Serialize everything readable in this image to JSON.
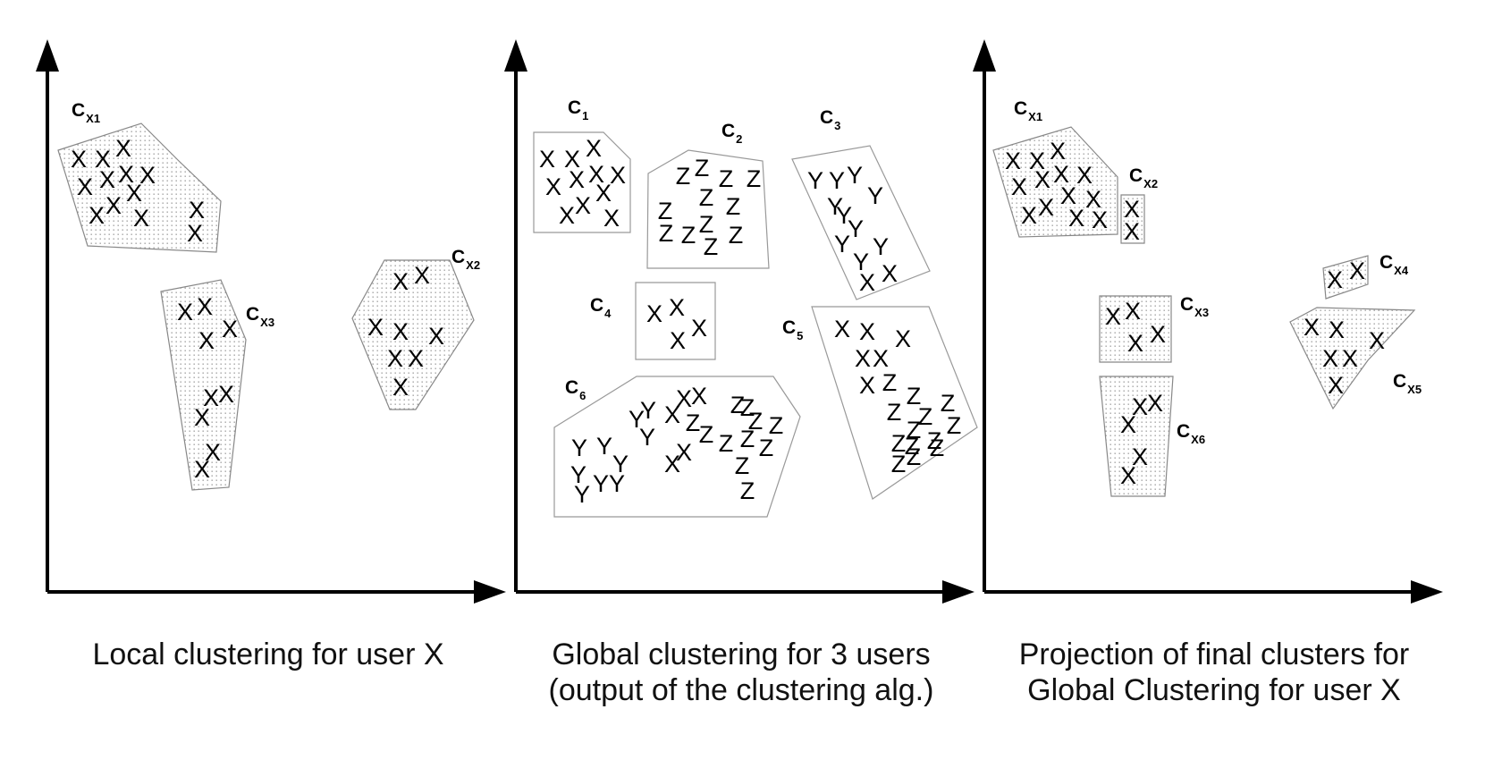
{
  "panels": [
    {
      "id": "local",
      "caption": [
        "Local clustering for user X"
      ],
      "clusters": [
        {
          "label": "C",
          "sub": "X1",
          "style": "dotted"
        },
        {
          "label": "C",
          "sub": "X2",
          "style": "dotted"
        },
        {
          "label": "C",
          "sub": "X3",
          "style": "dotted"
        }
      ]
    },
    {
      "id": "global",
      "caption": [
        "Global clustering for 3 users",
        "(output of the clustering alg.)"
      ],
      "clusters": [
        {
          "label": "C",
          "sub": "1",
          "style": "plain"
        },
        {
          "label": "C",
          "sub": "2",
          "style": "plain"
        },
        {
          "label": "C",
          "sub": "3",
          "style": "plain"
        },
        {
          "label": "C",
          "sub": "4",
          "style": "plain"
        },
        {
          "label": "C",
          "sub": "5",
          "style": "plain"
        },
        {
          "label": "C",
          "sub": "6",
          "style": "plain"
        }
      ]
    },
    {
      "id": "projection",
      "caption": [
        "Projection of final clusters for",
        "Global Clustering for user X"
      ],
      "clusters": [
        {
          "label": "C",
          "sub": "X1",
          "style": "dotted"
        },
        {
          "label": "C",
          "sub": "X2",
          "style": "dotted"
        },
        {
          "label": "C",
          "sub": "X3",
          "style": "dotted"
        },
        {
          "label": "C",
          "sub": "X4",
          "style": "dotted"
        },
        {
          "label": "C",
          "sub": "X5",
          "style": "dotted"
        },
        {
          "label": "C",
          "sub": "X6",
          "style": "dotted"
        }
      ]
    }
  ],
  "point_symbols": [
    "X",
    "Y",
    "Z"
  ],
  "colors": {
    "ink": "#000000",
    "hull_stroke": "#888888",
    "dots": "#666666"
  }
}
